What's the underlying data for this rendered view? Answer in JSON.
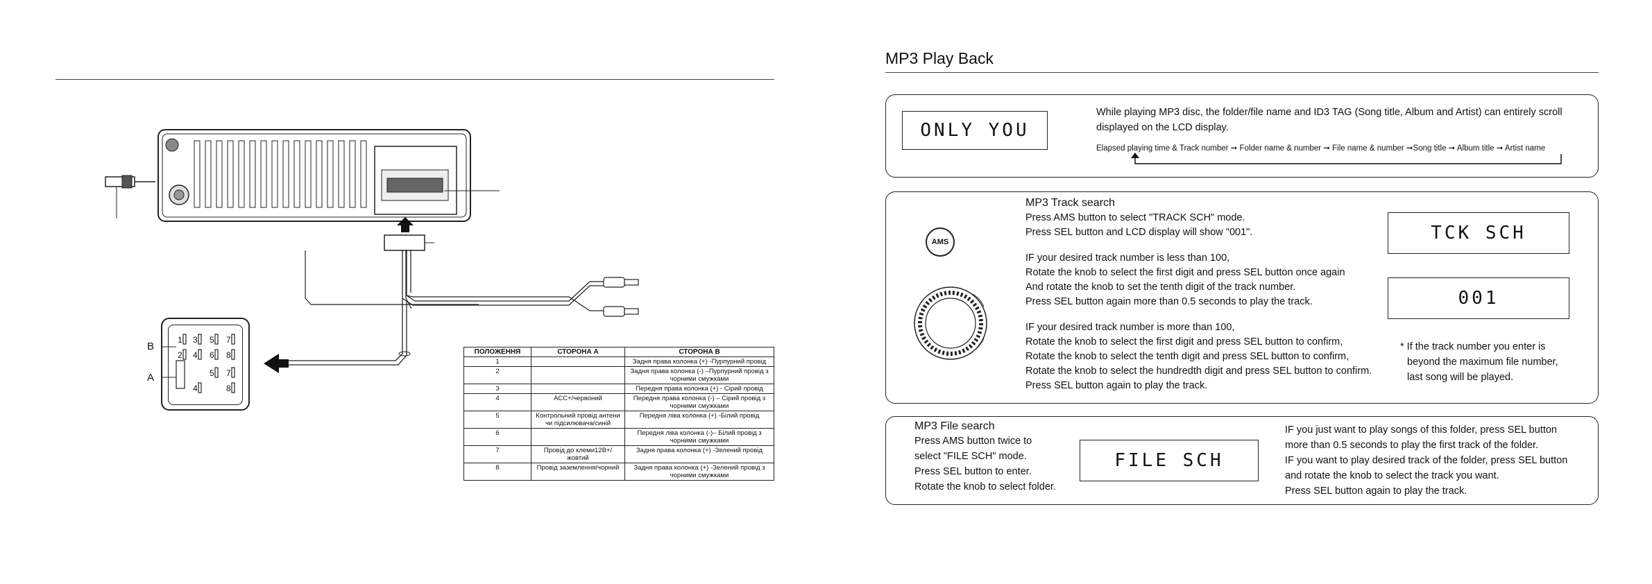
{
  "left": {
    "connector_labels": {
      "b": "B",
      "a": "A"
    },
    "pin_numbers": [
      "1",
      "3",
      "5",
      "7",
      "2",
      "4",
      "6",
      "8",
      "5",
      "7",
      "4",
      "8"
    ],
    "table": {
      "headers": [
        "ПОЛОЖЕННЯ",
        "СТОРОНА А",
        "СТОРОНА В"
      ],
      "rows": [
        {
          "pos": "1",
          "a": "",
          "b": "Задня права колонка (+) -Пурпурний провід"
        },
        {
          "pos": "2",
          "a": "",
          "b": "Задня права колонка (-) –Пурпурний провід з чорними смужками"
        },
        {
          "pos": "3",
          "a": "",
          "b": "Передня права колонка (+) - Сірий провід"
        },
        {
          "pos": "4",
          "a": "ACC+/червоний",
          "b": "Передня права колонка (-) – Сірий провід з чорними смужками"
        },
        {
          "pos": "5",
          "a": "Контрольний провід антени чи підсилювача/синій",
          "b": "Передня ліва колонка (+) -Білий провід"
        },
        {
          "pos": "6",
          "a": "",
          "b": "Передня ліва колонка (-)– Білий провід з чорними смужками"
        },
        {
          "pos": "7",
          "a": "Провід до клеми12В+/жовтий",
          "b": "Задня права колонка (+) -Зелений провід"
        },
        {
          "pos": "8",
          "a": "Провід заземлення/чорний",
          "b": "Задня права колонка (+) -Зелений провід з чорними смужками"
        }
      ]
    }
  },
  "right": {
    "page_title": "MP3 Play Back",
    "playback": {
      "lcd": "ONLY YOU",
      "desc1": "While playing MP3 disc, the folder/file name and ID3 TAG (Song title, Album and Artist) can entirely scroll",
      "desc2": "displayed on the LCD display.",
      "sequence": "Elapsed playing time & Track number ➞ Folder name & number ➞ File name & number ➞Song title ➞ Album title ➞ Artist name"
    },
    "track_search": {
      "heading": "MP3 Track search",
      "ams_label": "AMS",
      "lines1": [
        "Press AMS button to select \"TRACK SCH\" mode.",
        "Press SEL button and LCD display will show \"001\"."
      ],
      "lines2": [
        "IF your desired track number is less than 100,",
        "Rotate the knob to select the first digit and press SEL button once again",
        "And rotate the knob to set the tenth digit of the track number.",
        "Press SEL button again more than 0.5 seconds to play the track."
      ],
      "lines3": [
        "IF your desired track number is more than 100,",
        "Rotate the knob to select the first digit and press SEL button to confirm,",
        "Rotate the knob to select the tenth digit and press SEL button to confirm,",
        "Rotate the knob to select the hundredth digit and press SEL button to confirm.",
        "Press SEL button again to play the track."
      ],
      "lcd1": "TCK SCH",
      "lcd2": "001",
      "note": [
        "* If the track number you enter is",
        "beyond the maximum file number,",
        "last song will be played."
      ]
    },
    "file_search": {
      "heading": "MP3 File search",
      "lines_left": [
        "Press AMS button twice to",
        "select \"FILE SCH\" mode.",
        "Press SEL button to enter.",
        "Rotate the knob to select folder."
      ],
      "lcd": "FILE SCH",
      "lines_right": [
        "IF you just want to play songs of this folder, press SEL button",
        "more than 0.5 seconds to play the first track of the folder.",
        "IF you want to play desired track of the folder, press SEL button",
        "and rotate the knob to select the track you want.",
        "Press SEL button again to play the track."
      ]
    }
  }
}
